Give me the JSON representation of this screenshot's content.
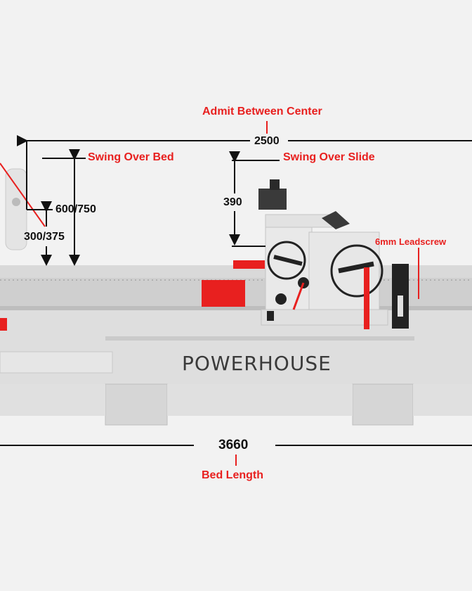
{
  "brand": "POWERHOUSE",
  "colors": {
    "background": "#f2f2f2",
    "machine_body": "#dcdcdc",
    "accent_red": "#e8201f",
    "dimension_lines": "#111111"
  },
  "labels": {
    "admit_between_center": "Admit Between Center",
    "distance_between_centers": "2500",
    "swing_over_bed": "Swing Over Bed",
    "swing_over_bed_value": "600/750",
    "swing_over_slide": "Swing Over Slide",
    "swing_over_slide_value": "390",
    "chuck_value": "300/375",
    "leadscrew": "6mm Leadscrew",
    "bed_length_value": "3660",
    "bed_length": "Bed Length"
  }
}
